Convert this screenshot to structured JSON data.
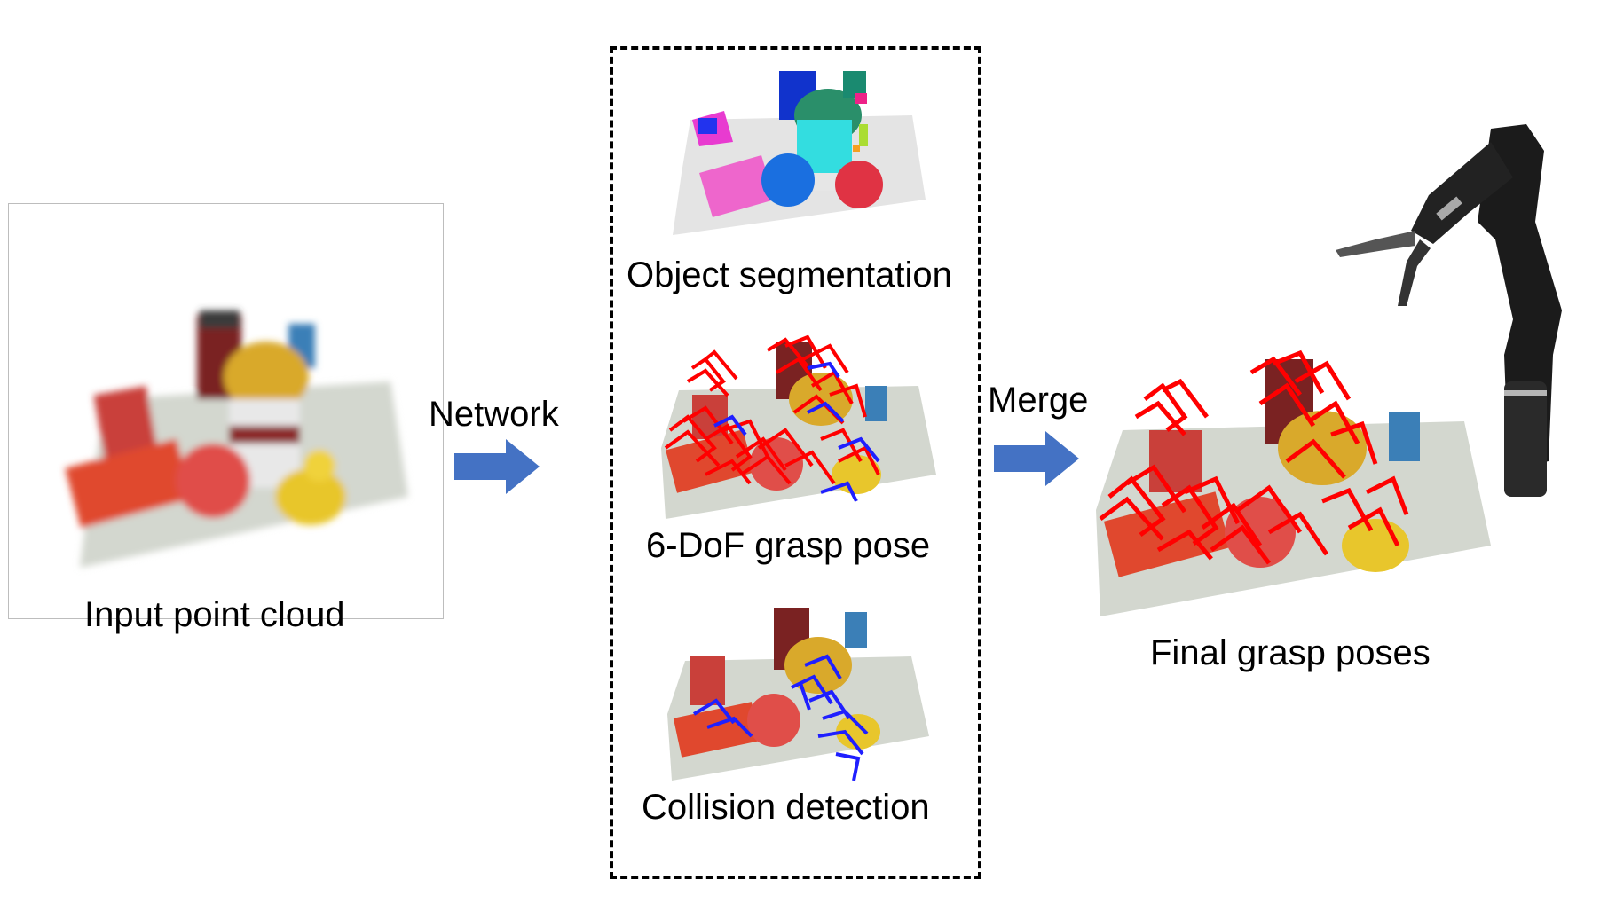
{
  "labels": {
    "input": "Input point cloud",
    "network": "Network",
    "segmentation": "Object segmentation",
    "grasp_pose": "6-DoF grasp pose",
    "collision": "Collision detection",
    "merge": "Merge",
    "final": "Final grasp poses"
  },
  "colors": {
    "arrow": "#4472c4",
    "grasp": "#ff0000",
    "collision": "#1f1fff",
    "table": "#cfd6cc"
  }
}
